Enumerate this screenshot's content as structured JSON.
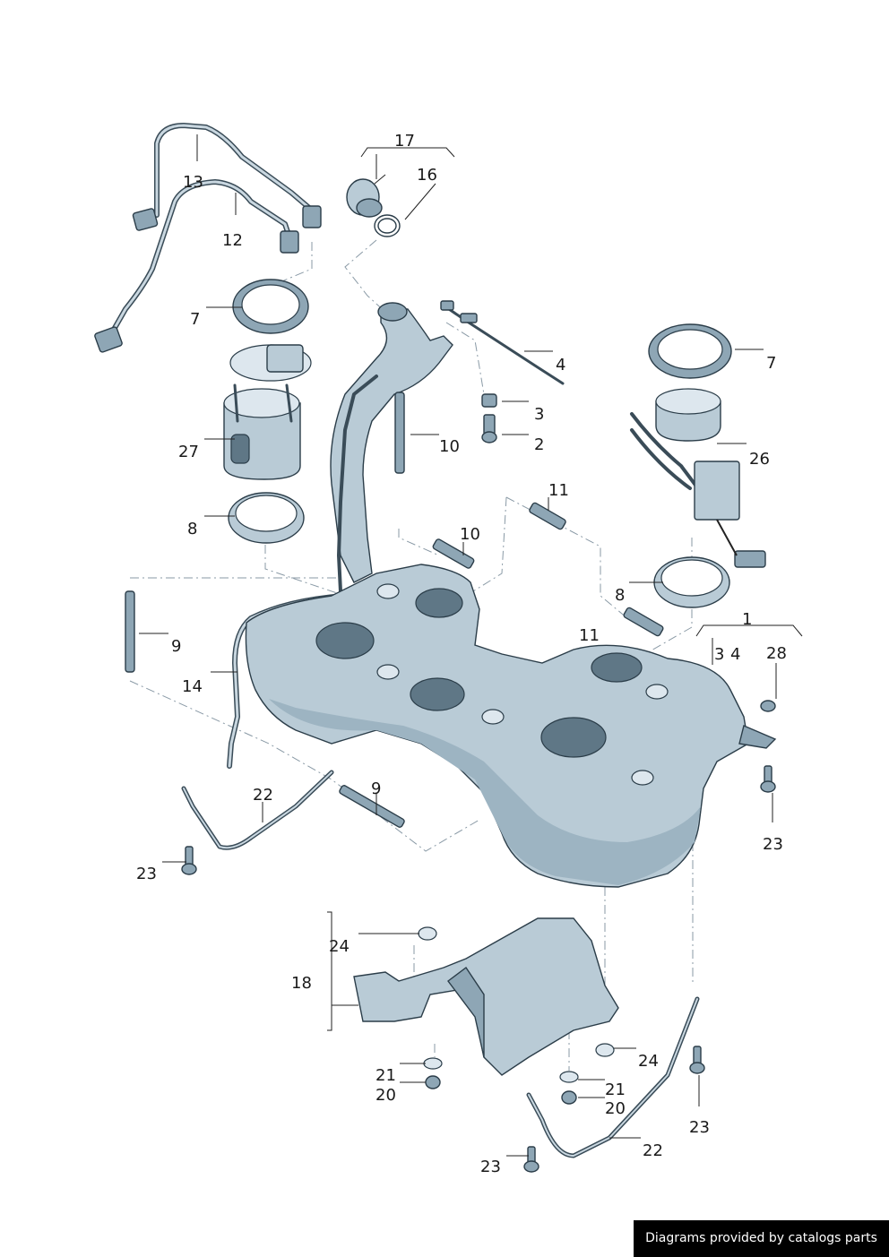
{
  "labels": {
    "l1": "1",
    "l2": "2",
    "l3a": "3",
    "l3b": "3",
    "l4a": "4",
    "l4b": "4",
    "l7a": "7",
    "l7b": "7",
    "l8a": "8",
    "l8b": "8",
    "l9a": "9",
    "l9b": "9",
    "l10a": "10",
    "l10b": "10",
    "l11a": "11",
    "l11b": "11",
    "l12": "12",
    "l13": "13",
    "l14": "14",
    "l16": "16",
    "l17": "17",
    "l18": "18",
    "l20a": "20",
    "l20b": "20",
    "l21a": "21",
    "l21b": "21",
    "l22a": "22",
    "l22b": "22",
    "l23a": "23",
    "l23b": "23",
    "l23c": "23",
    "l23d": "23",
    "l24a": "24",
    "l24b": "24",
    "l26": "26",
    "l27": "27",
    "l28": "28"
  },
  "footer": {
    "credit": "Diagrams provided by catalogs parts"
  }
}
